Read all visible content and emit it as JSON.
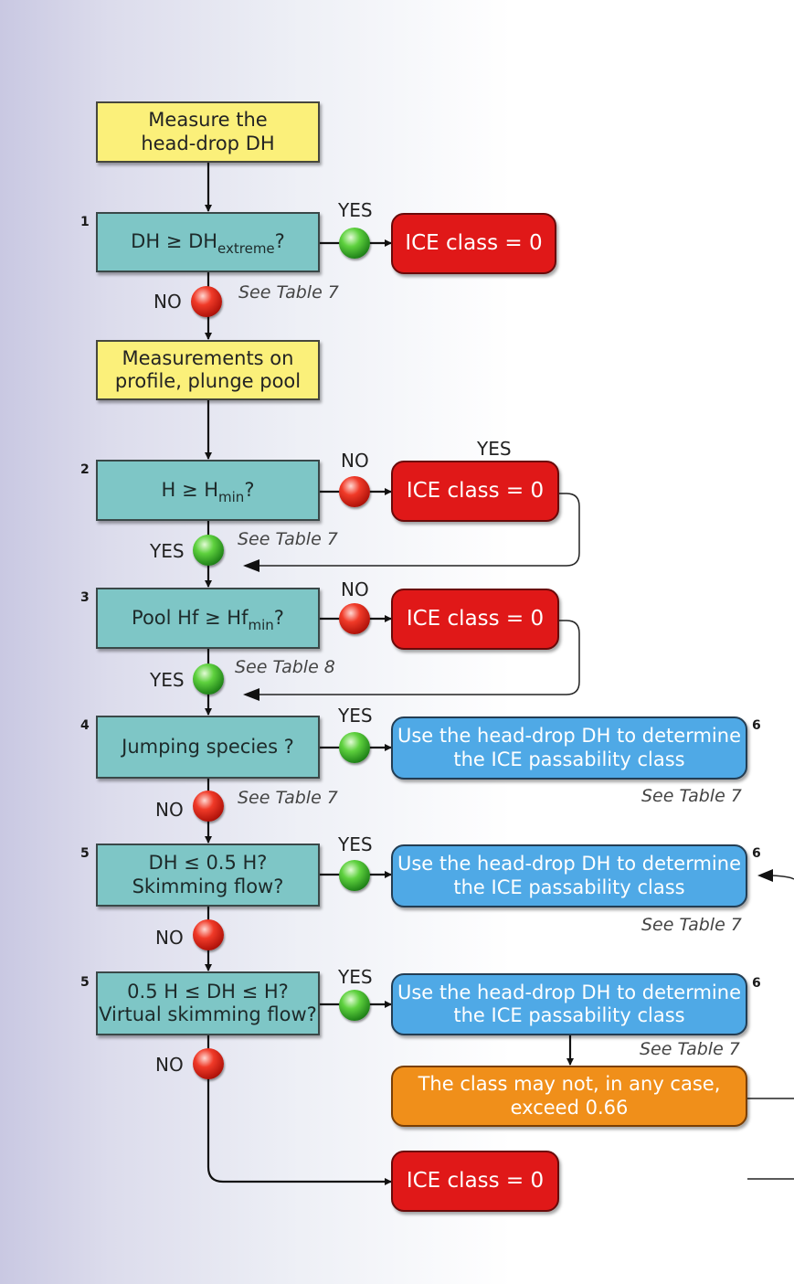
{
  "start_box": {
    "line1": "Measure the",
    "line2": "head-drop DH"
  },
  "measure_box": {
    "line1": "Measurements on",
    "line2": "profile, plunge pool"
  },
  "steps": [
    {
      "num": "1",
      "q_main": "DH ≥ DH",
      "q_sub": "extreme",
      "q_end": "?",
      "yes": "YES",
      "no": "NO",
      "note": "See Table 7",
      "result": "ICE class = 0"
    },
    {
      "num": "2",
      "q_main": "H ≥ H",
      "q_sub": "min",
      "q_end": "?",
      "yes": "YES",
      "no": "NO",
      "note": "See Table 7",
      "result": "ICE class = 0"
    },
    {
      "num": "3",
      "q_main": "Pool Hf ≥ Hf",
      "q_sub": "min",
      "q_end": "?",
      "yes": "YES",
      "no": "NO",
      "note": "See Table 8",
      "result": "ICE class = 0"
    },
    {
      "num": "4",
      "q_line1": "Jumping species ?",
      "yes": "YES",
      "no": "NO",
      "note": "See Table 7",
      "result_line1": "Use the head-drop DH to determine",
      "result_line2": "the ICE passability class",
      "result_note": "See Table 7",
      "result_num": "6"
    },
    {
      "num": "5",
      "q_line1": "DH ≤ 0.5 H?",
      "q_line2": "Skimming flow?",
      "yes": "YES",
      "no": "NO",
      "result_line1": "Use the head-drop DH to determine",
      "result_line2": "the ICE passability class",
      "result_note": "See Table 7",
      "result_num": "6"
    },
    {
      "num": "5",
      "q_line1": "0.5 H ≤ DH ≤ H?",
      "q_line2": "Virtual skimming flow?",
      "yes": "YES",
      "no": "NO",
      "result_line1": "Use the head-drop DH to determine",
      "result_line2": "the ICE passability class",
      "result_note": "See Table 7",
      "result_num": "6"
    }
  ],
  "limit_box": {
    "line1": "The class may not, in any case,",
    "line2": "exceed 0.66"
  },
  "final_result": "ICE class = 0",
  "colors": {
    "yellow": "#fbf07a",
    "teal": "#7ec6c6",
    "red": "#e01818",
    "blue": "#4fa9e6",
    "orange": "#f08f1a",
    "green_light": "#4cc22f",
    "red_light": "#e02a1c"
  }
}
